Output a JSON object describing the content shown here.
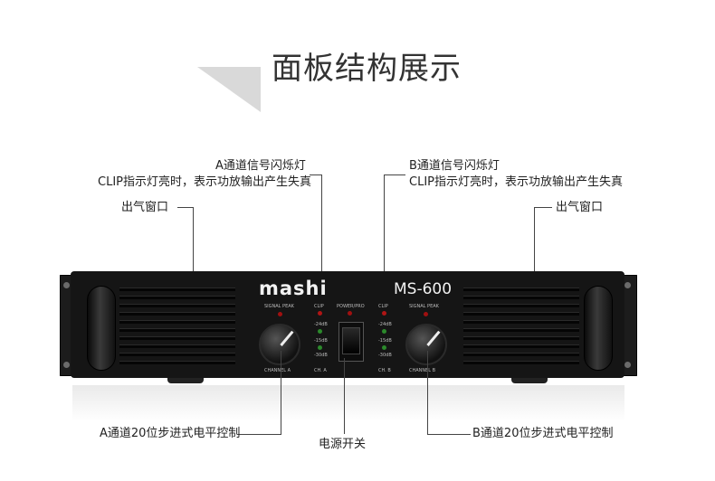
{
  "title": "面板结构展示",
  "brand": "mashi",
  "model": "MS-600",
  "annotations": {
    "a_led": "A通道信号闪烁灯",
    "a_clip": "CLIP指示灯亮时，表示功放输出产生失真",
    "b_led": "B通道信号闪烁灯",
    "b_clip": "CLIP指示灯亮时，表示功放输出产生失真",
    "vent_left": "出气窗口",
    "vent_right": "出气窗口",
    "a_level": "A通道20位步进式电平控制",
    "power": "电源开关",
    "b_level": "B通道20位步进式电平控制"
  },
  "panel": {
    "signal_peak_a": "SIGNAL PEAK",
    "signal_peak_b": "SIGNAL PEAK",
    "power_pro": "POWER/PRO",
    "channel_a": "CHANNEL A",
    "channel_b": "CHANNEL B",
    "ch_a": "CH. A",
    "ch_b": "CH. B",
    "clip_a": "CLIP",
    "clip_b": "CLIP",
    "db24_a": "-24dB",
    "db15_a": "-15dB",
    "db30_a": "-30dB",
    "db24_b": "-24dB",
    "db15_b": "-15dB",
    "db30_b": "-30dB"
  }
}
